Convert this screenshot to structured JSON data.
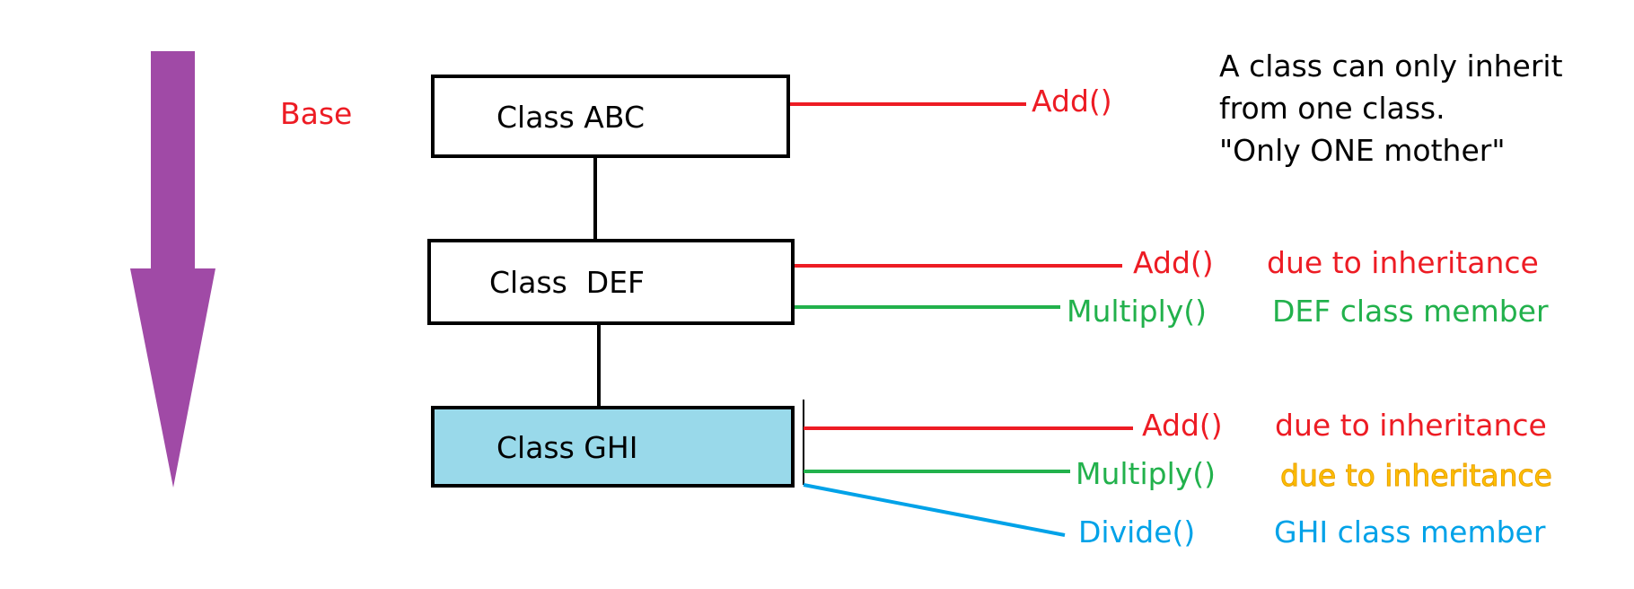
{
  "colors": {
    "arrow": "#a04aa6",
    "red": "#ed1c24",
    "green": "#22b14c",
    "blue": "#00a2e8",
    "orange": "#ffc000",
    "ghi_fill": "#99d9ea"
  },
  "base_label": "Base",
  "classes": [
    {
      "label": "Class ABC"
    },
    {
      "label": "Class  DEF"
    },
    {
      "label": "Class GHI"
    }
  ],
  "abc_methods": [
    {
      "method": "Add()"
    }
  ],
  "def_methods": [
    {
      "method": "Add()",
      "note": "due to inheritance"
    },
    {
      "method": "Multiply()",
      "note": "DEF class member"
    }
  ],
  "ghi_methods": [
    {
      "method": "Add()",
      "note": "due to inheritance"
    },
    {
      "method": "Multiply()",
      "note": "due to inheritance"
    },
    {
      "method": "Divide()",
      "note": "GHI class member"
    }
  ],
  "note_lines": [
    "A class can only inherit",
    "from one class.",
    "\"Only ONE mother\""
  ]
}
